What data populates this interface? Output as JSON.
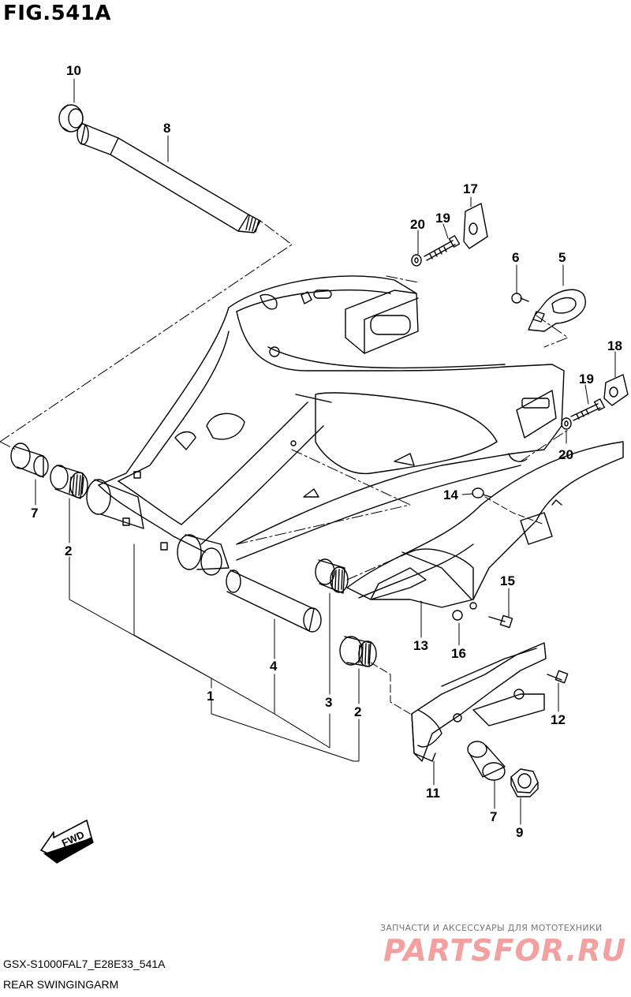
{
  "figure": {
    "title": "FIG.541A"
  },
  "callouts": [
    {
      "id": "c10a",
      "text": "10"
    },
    {
      "id": "c8",
      "text": "8"
    },
    {
      "id": "c17",
      "text": "17"
    },
    {
      "id": "c20a",
      "text": "20"
    },
    {
      "id": "c19a",
      "text": "19"
    },
    {
      "id": "c6",
      "text": "6"
    },
    {
      "id": "c5",
      "text": "5"
    },
    {
      "id": "c18",
      "text": "18"
    },
    {
      "id": "c19b",
      "text": "19"
    },
    {
      "id": "c20b",
      "text": "20"
    },
    {
      "id": "c14",
      "text": "14"
    },
    {
      "id": "c7a",
      "text": "7"
    },
    {
      "id": "c2a",
      "text": "2"
    },
    {
      "id": "c15",
      "text": "15"
    },
    {
      "id": "c13",
      "text": "13"
    },
    {
      "id": "c16",
      "text": "16"
    },
    {
      "id": "c4",
      "text": "4"
    },
    {
      "id": "c1",
      "text": "1"
    },
    {
      "id": "c3",
      "text": "3"
    },
    {
      "id": "c2b",
      "text": "2"
    },
    {
      "id": "c12",
      "text": "12"
    },
    {
      "id": "c11",
      "text": "11"
    },
    {
      "id": "c7b",
      "text": "7"
    },
    {
      "id": "c9",
      "text": "9"
    }
  ],
  "fwd_label": "FWD",
  "footer": {
    "model_code": "GSX-S1000FAL7_E28E33_541A",
    "caption": "REAR SWINGINGARM"
  },
  "watermark": {
    "tagline": "ЗАПЧАСТИ И АКСЕССУАРЫ ДЛЯ МОТОТЕХНИКИ",
    "brand": "PARTSFOR.RU"
  }
}
